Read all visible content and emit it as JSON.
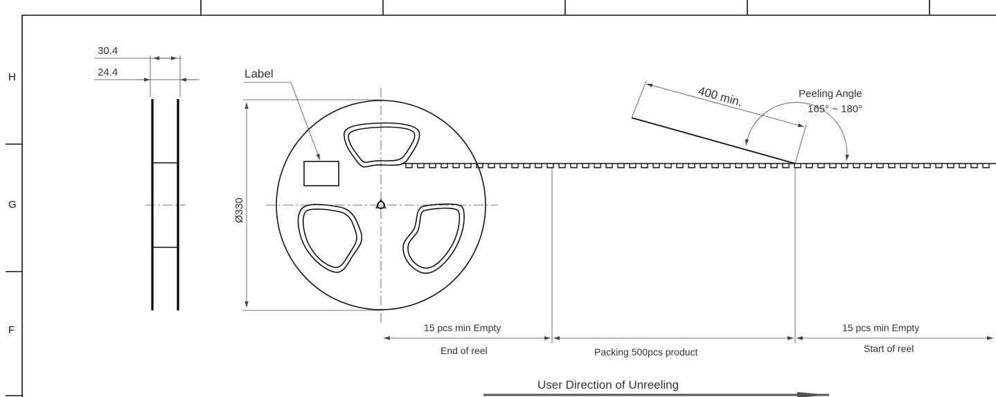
{
  "frame": {
    "zones": [
      "H",
      "G",
      "F"
    ]
  },
  "side_view": {
    "dim_outer": "30.4",
    "dim_inner": "24.4"
  },
  "front_view": {
    "label_text": "Label",
    "diameter": "Ø330"
  },
  "peeling": {
    "length_text": "400 min.",
    "angle_title": "Peeling Angle",
    "angle_range": "165° ~ 180°"
  },
  "sections": {
    "end_empty": "15 pcs min Empty",
    "end_label": "End of reel",
    "packing": "Packing 500pcs product",
    "start_empty": "15 pcs min Empty",
    "start_label": "Start of reel"
  },
  "direction": {
    "text": "User Direction of Unreeling"
  },
  "colors": {
    "line": "#000000",
    "arrow": "#555555",
    "text": "#333333"
  }
}
